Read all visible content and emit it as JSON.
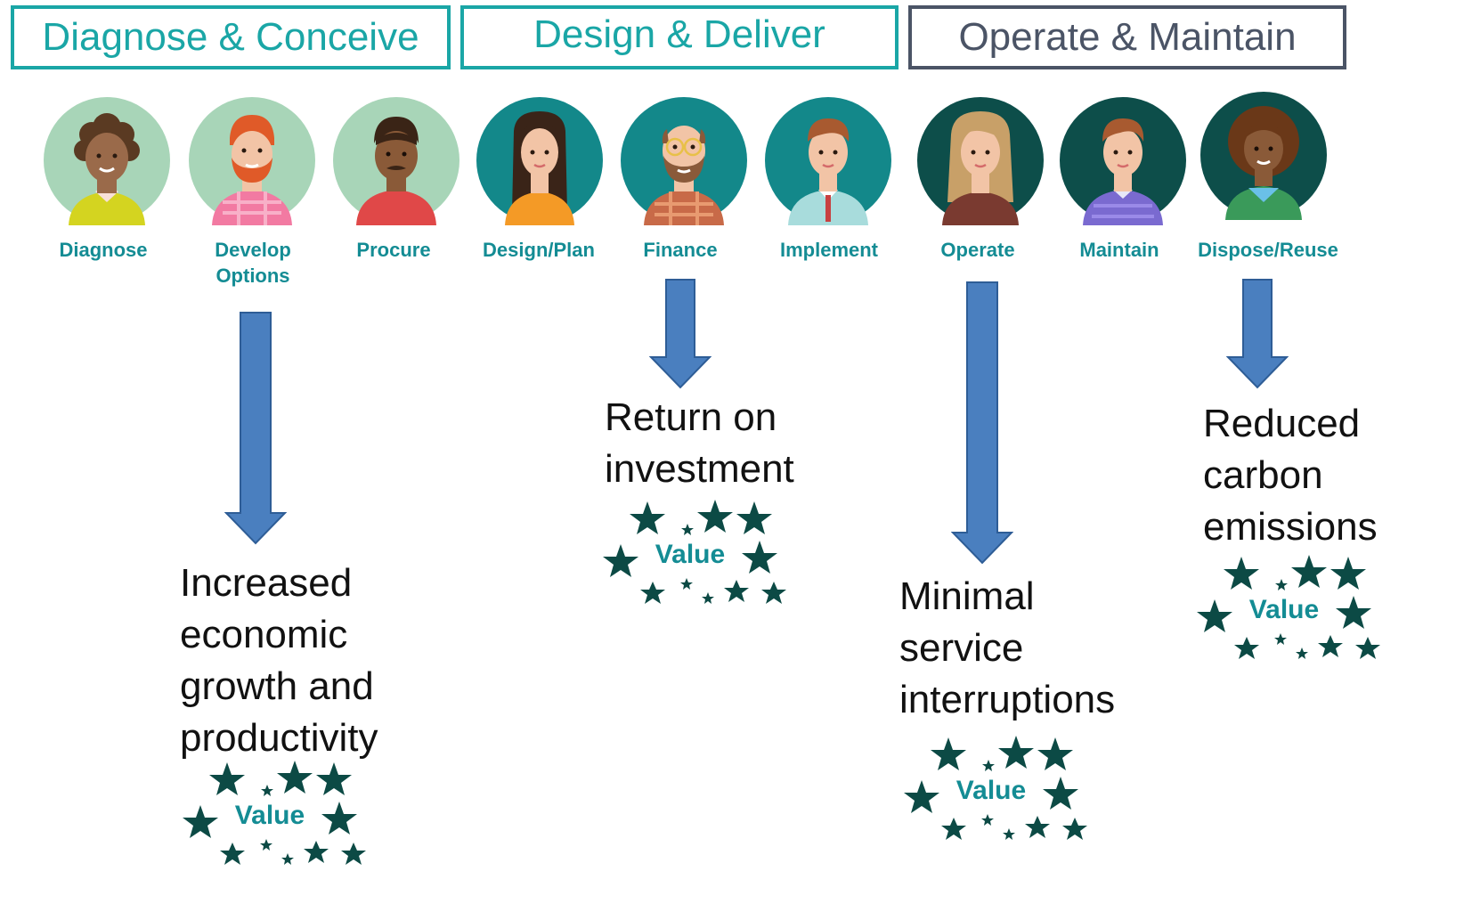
{
  "phases": [
    {
      "label": "Diagnose & Conceive"
    },
    {
      "label": "Design & Deliver"
    },
    {
      "label": "Operate & Maintain"
    }
  ],
  "roles": [
    {
      "label": "Diagnose",
      "icon": "person-avatar-icon"
    },
    {
      "label": "Develop Options",
      "icon": "person-avatar-icon"
    },
    {
      "label": "Procure",
      "icon": "person-avatar-icon"
    },
    {
      "label": "Design/Plan",
      "icon": "person-avatar-icon"
    },
    {
      "label": "Finance",
      "icon": "person-avatar-icon"
    },
    {
      "label": "Implement",
      "icon": "person-avatar-icon"
    },
    {
      "label": "Operate",
      "icon": "person-avatar-icon"
    },
    {
      "label": "Maintain",
      "icon": "person-avatar-icon"
    },
    {
      "label": "Dispose/Reuse",
      "icon": "person-avatar-icon"
    }
  ],
  "outcomes": [
    {
      "lines": [
        "Increased",
        "economic",
        "growth and",
        "productivity"
      ],
      "badge": "Value"
    },
    {
      "lines": [
        "Return on",
        "investment"
      ],
      "badge": "Value"
    },
    {
      "lines": [
        "Minimal",
        "service",
        "interruptions"
      ],
      "badge": "Value"
    },
    {
      "lines": [
        "Reduced",
        "carbon",
        "emissions"
      ],
      "badge": "Value"
    }
  ],
  "colors": {
    "phase_teal": "#1aa6a6",
    "phase_dark": "#4b5466",
    "label_teal": "#148c94",
    "arrow_blue": "#4a7fbf",
    "star_dark": "#0c4a45"
  }
}
